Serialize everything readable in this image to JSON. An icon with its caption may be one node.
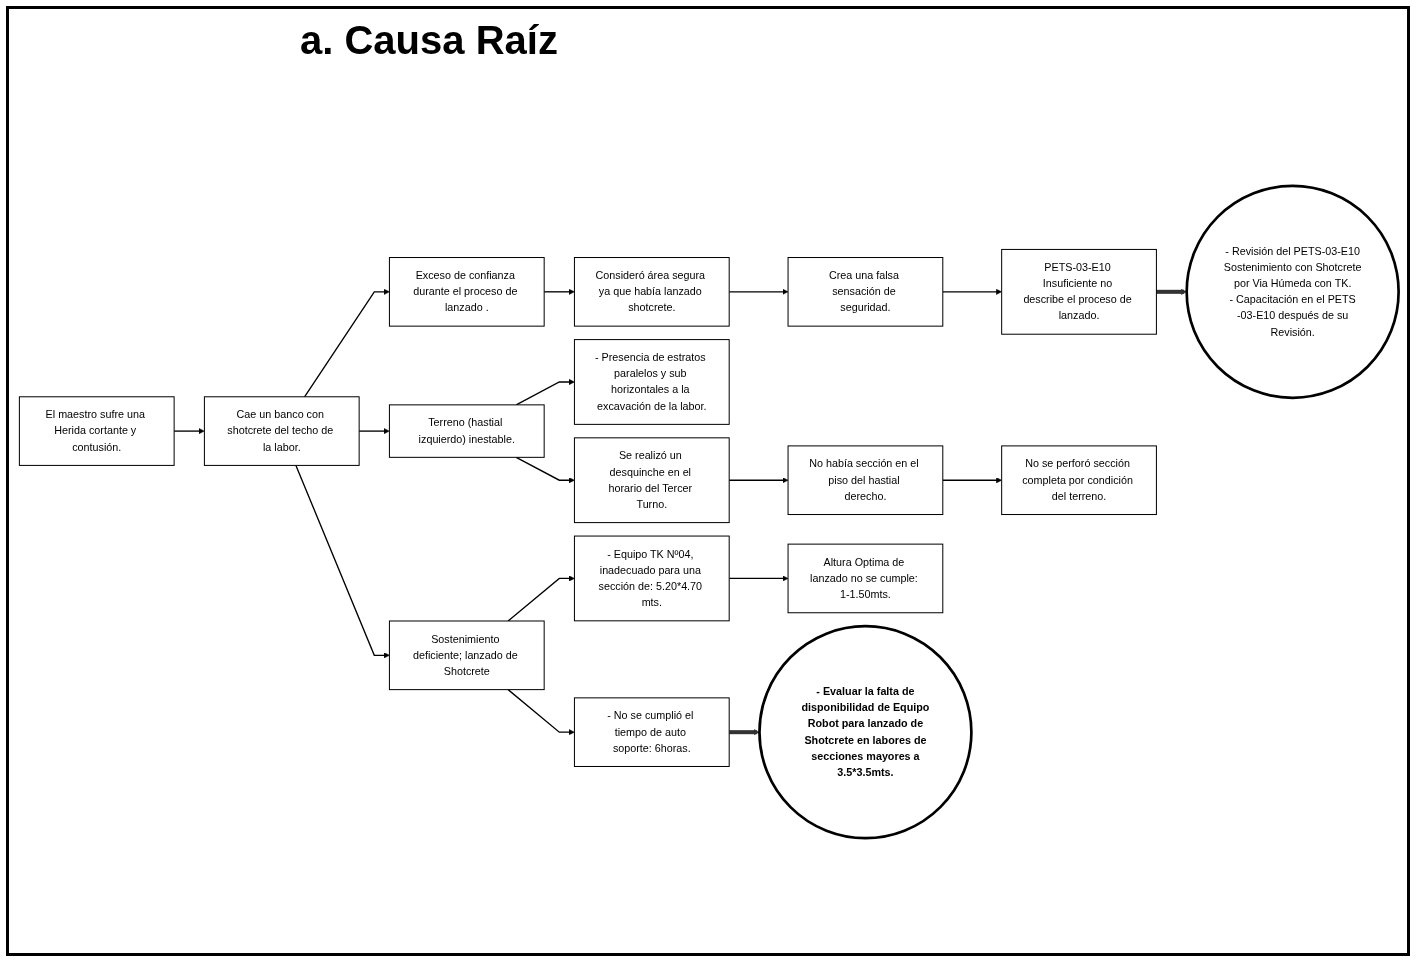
{
  "diagram": {
    "title": "a. Causa Raíz",
    "nodes": [
      {
        "text": [
          "El maestro sufre una Herida cortante y contusión."
        ]
      },
      {
        "text": [
          "Cae un banco con shotcrete del techo de la labor."
        ]
      },
      {
        "text": [
          "Exceso de confianza durante el proceso de lanzado ."
        ]
      },
      {
        "text": [
          "Consideró área segura ya que había lanzado shotcrete."
        ]
      },
      {
        "text": [
          "Crea una falsa sensación de seguridad."
        ]
      },
      {
        "text": [
          "PETS-03-E10 Insuficiente no describe el proceso de lanzado."
        ]
      },
      {
        "text": [
          "- Revisión del PETS-03-E10 Sostenimiento con Shotcrete por Via Húmeda con TK.",
          "- Capacitación en el PETS -03-E10 después de su Revisión."
        ]
      },
      {
        "text": [
          "- Presencia de estratos paralelos y sub horizontales a la excavación de la labor."
        ]
      },
      {
        "text": [
          "Terreno (hastial izquierdo) inestable."
        ]
      },
      {
        "text": [
          "Se realizó un desquinche en el horario del Tercer Turno."
        ]
      },
      {
        "text": [
          "No había sección en el piso del hastial derecho."
        ]
      },
      {
        "text": [
          "No se perforó sección completa por condición del terreno."
        ]
      },
      {
        "text": [
          "Sostenimiento deficiente; lanzado de Shotcrete"
        ]
      },
      {
        "text": [
          "- No se cumplió el tiempo de auto soporte: 6horas."
        ]
      },
      {
        "text": [
          "- Equipo TK Nº04, inadecuado para una sección de: 5.20*4.70 mts."
        ]
      },
      {
        "text": [
          "Altura Optima de lanzado no se cumple: 1-1.50mts."
        ]
      },
      {
        "text": [
          "- Evaluar la falta de disponibilidad de Equipo Robot para lanzado de Shotcrete en labores de secciones mayores a 3.5*3.5mts."
        ]
      }
    ],
    "edges": [
      {
        "from": 0,
        "to": 1,
        "arrow": "to"
      },
      {
        "from": 1,
        "to": 2,
        "arrow": "to"
      },
      {
        "from": 1,
        "to": 8,
        "arrow": "to"
      },
      {
        "from": 1,
        "to": 12,
        "arrow": "to"
      },
      {
        "from": 2,
        "to": 3,
        "arrow": "to"
      },
      {
        "from": 3,
        "to": 4,
        "arrow": "to"
      },
      {
        "from": 4,
        "to": 5,
        "arrow": "to"
      },
      {
        "from": 5,
        "to": 6,
        "arrow": "to",
        "style": "thick",
        "color": "#333333"
      },
      {
        "from": 8,
        "to": 7,
        "arrow": "to"
      },
      {
        "from": 8,
        "to": 9,
        "arrow": "to"
      },
      {
        "from": 9,
        "to": 10,
        "arrow": "to"
      },
      {
        "from": 10,
        "to": 11,
        "arrow": "to"
      },
      {
        "from": 12,
        "to": 13,
        "arrow": "to"
      },
      {
        "from": 12,
        "to": 14,
        "arrow": "to"
      },
      {
        "from": 14,
        "to": 15,
        "arrow": "to"
      },
      {
        "from": 13,
        "to": 16,
        "arrow": "to",
        "style": "thick",
        "color": "#333333"
      }
    ]
  }
}
